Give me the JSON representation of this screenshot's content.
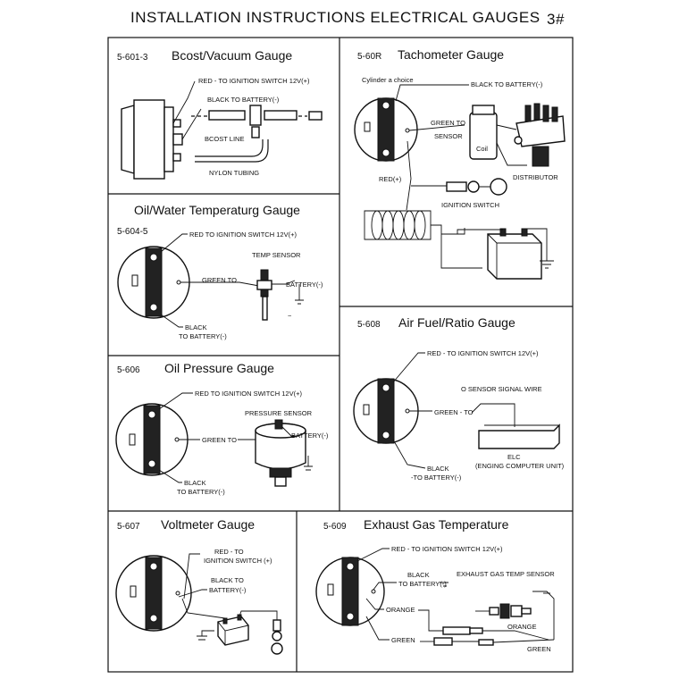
{
  "header": {
    "title": "INSTALLATION INSTRUCTIONS ELECTRICAL GAUGES",
    "page": "3#"
  },
  "panels": {
    "boost": {
      "code": "5-601-3",
      "title": "Bcost/Vacuum Gauge",
      "labels": {
        "red": "RED - TO IGNITION SWITCH 12V(+)",
        "black": "BLACK TO BATTERY(-)",
        "boost_line": "BCOST LINE",
        "nylon": "NYLON TUBING"
      }
    },
    "tach": {
      "code": "5-60R",
      "title": "Tachometer Gauge",
      "labels": {
        "cylinder": "Cylinder a choice",
        "black": "BLACK TO BATTERY(-)",
        "green": "GREEN TO",
        "sensor": "SENSOR",
        "coil": "Coil",
        "distributor": "DISTRIBUTOR",
        "red": "RED(+)",
        "ignition": "IGNITION SWITCH"
      }
    },
    "oilwater": {
      "code": "5-604-5",
      "title": "Oil/Water Temperaturg Gauge",
      "labels": {
        "red": "RED TO IGNITION SWITCH 12V(+)",
        "temp_sensor": "TEMP SENSOR",
        "green": "GREEN TO",
        "battery": "BATTERY(-)",
        "black": "BLACK",
        "to_battery": "TO BATTERY(-)"
      }
    },
    "airfuel": {
      "code": "5-608",
      "title": "Air Fuel/Ratio Gauge",
      "labels": {
        "red": "RED - TO IGNITION SWITCH 12V(+)",
        "signal": "O  SENSOR SIGNAL WIRE",
        "green": "GREEN - TO",
        "black": "BLACK",
        "to_battery": "-TO BATTERY(-)",
        "ecu": "ELC",
        "ecu_full": "(ENGING COMPUTER UNIT)"
      }
    },
    "oilpress": {
      "code": "5-606",
      "title": "Oil Pressure Gauge",
      "labels": {
        "red": "RED TO IGNITION SWITCH 12V(+)",
        "pressure_sensor": "PRESSURE SENSOR",
        "battery": "BATTERY(-)",
        "green": "GREEN TO",
        "black": "BLACK",
        "to_battery": "TO BATTERY(-)"
      }
    },
    "volt": {
      "code": "5-607",
      "title": "Voltmeter Gauge",
      "labels": {
        "red": "RED - TO",
        "ign": "IGNITION SWITCH (+)",
        "black": "BLACK TO",
        "battery": "BATTERY(-)"
      }
    },
    "egt": {
      "code": "5-609",
      "title": "Exhaust Gas Temperature",
      "labels": {
        "red": "RED - TO IGNITION SWITCH 12V(+)",
        "black": "BLACK",
        "to_battery": "TO BATTERY(-)",
        "sensor": "EXHAUST GAS TEMP SENSOR",
        "orange": "ORANGE",
        "orange2": "ORANGE",
        "green": "GREEN",
        "green2": "GREEN"
      }
    }
  }
}
